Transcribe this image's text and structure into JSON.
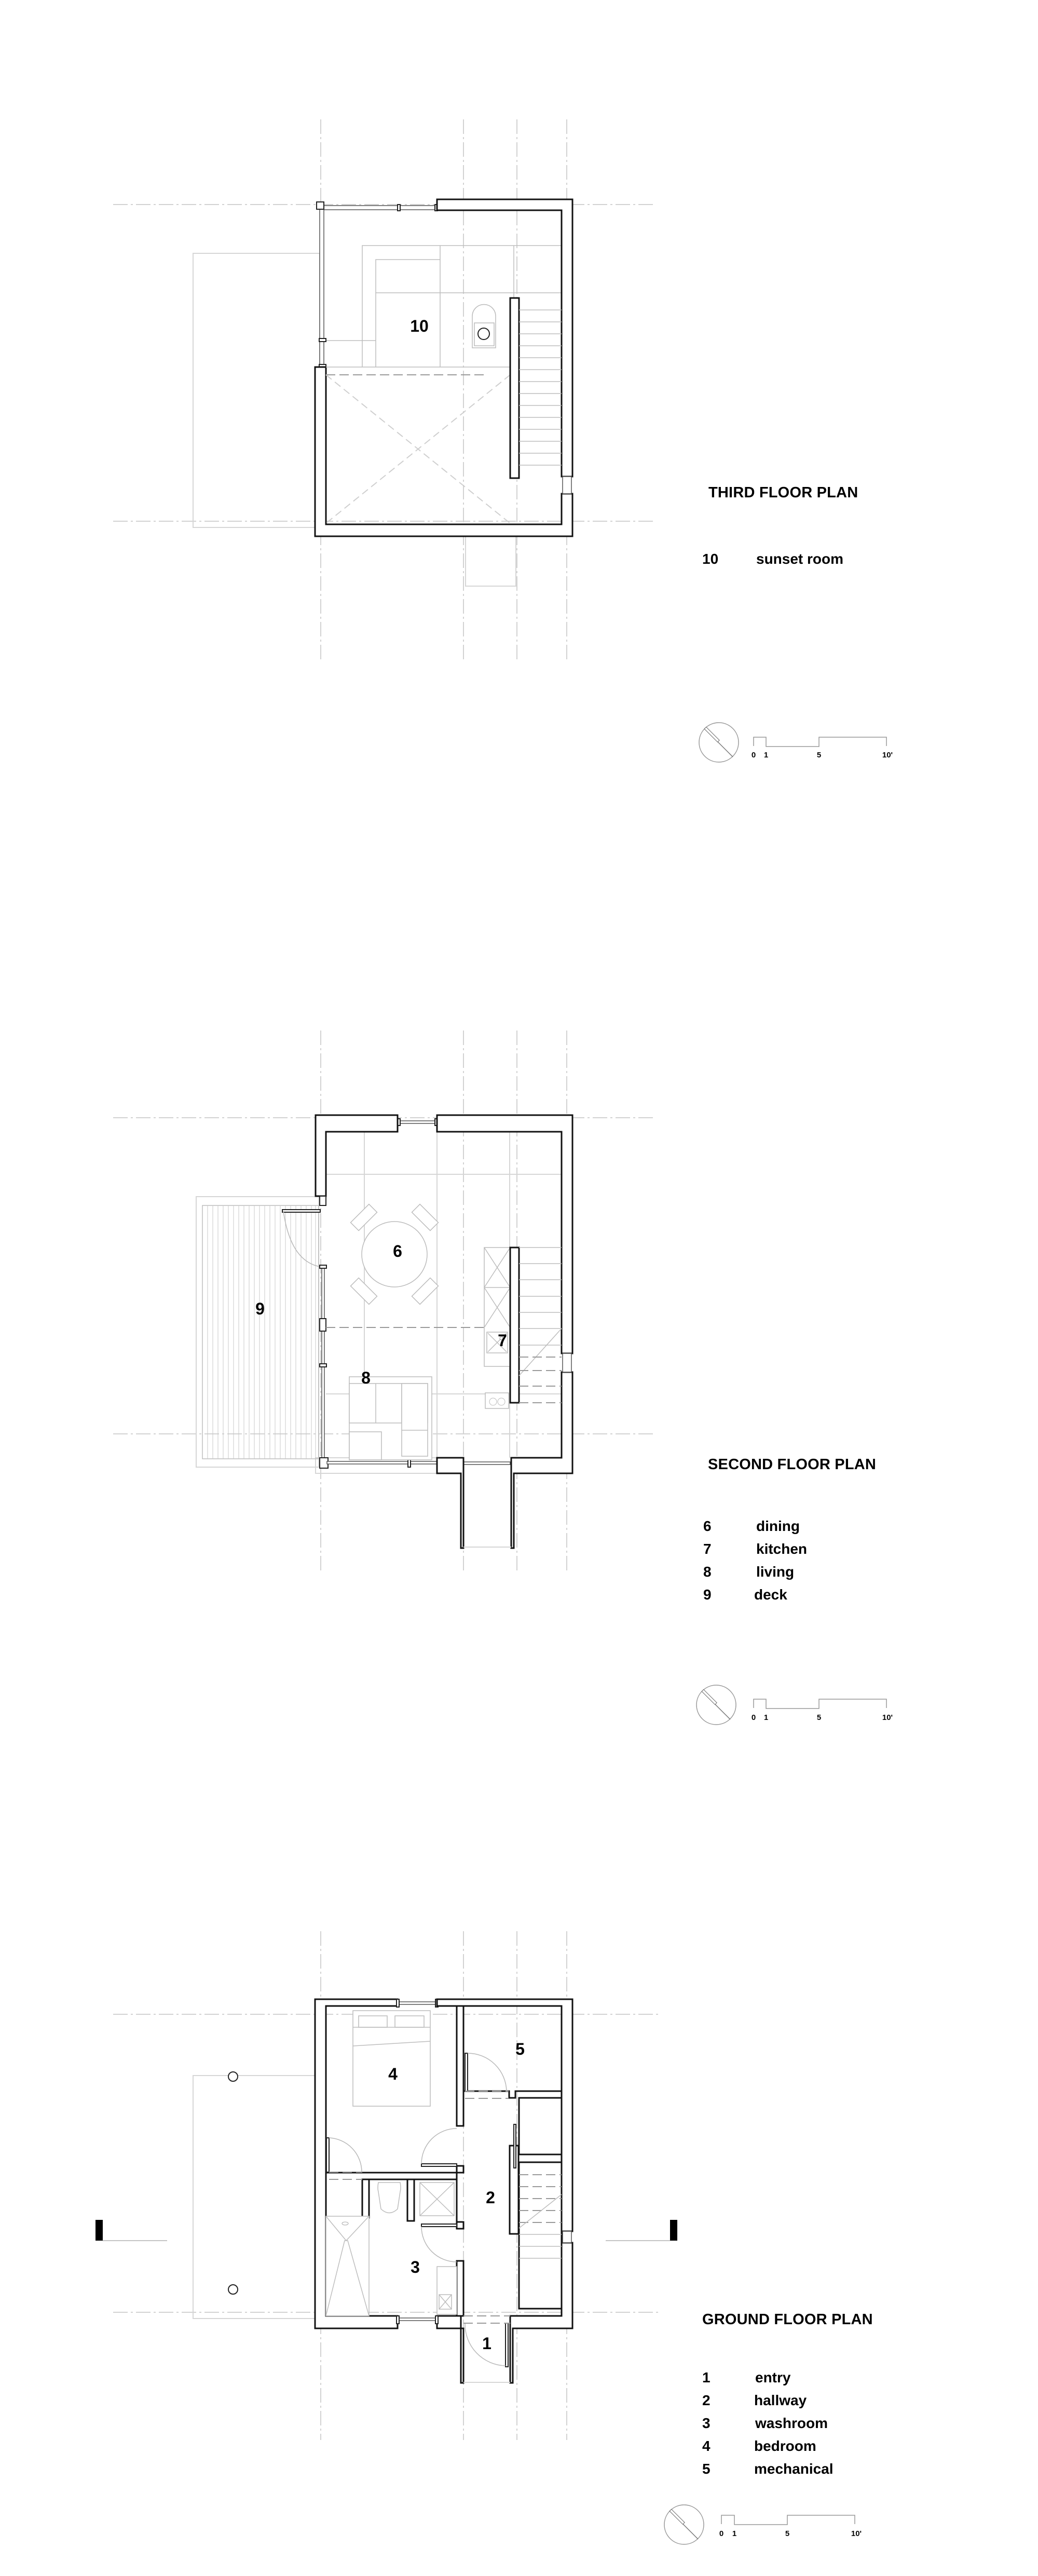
{
  "plans": {
    "third": {
      "title": "THIRD FLOOR PLAN",
      "rooms": [
        {
          "num": "10",
          "name": "sunset room"
        }
      ],
      "scale": {
        "ticks": [
          "0",
          "1",
          "5",
          "10'"
        ]
      }
    },
    "second": {
      "title": "SECOND FLOOR PLAN",
      "rooms": [
        {
          "num": "6",
          "name": "dining"
        },
        {
          "num": "7",
          "name": "kitchen"
        },
        {
          "num": "8",
          "name": "living"
        },
        {
          "num": "9",
          "name": "deck"
        }
      ],
      "scale": {
        "ticks": [
          "0",
          "1",
          "5",
          "10'"
        ]
      }
    },
    "ground": {
      "title": "GROUND FLOOR PLAN",
      "rooms": [
        {
          "num": "1",
          "name": "entry"
        },
        {
          "num": "2",
          "name": "hallway"
        },
        {
          "num": "3",
          "name": "washroom"
        },
        {
          "num": "4",
          "name": "bedroom"
        },
        {
          "num": "5",
          "name": "mechanical"
        }
      ],
      "scale": {
        "ticks": [
          "0",
          "1",
          "5",
          "10'"
        ]
      }
    }
  },
  "icons": {
    "north_arrow": "north-arrow-icon",
    "section_marker": "section-marker-icon"
  },
  "colors": {
    "wall": "#111111",
    "grid": "#d2d2d2",
    "background": "#ffffff"
  }
}
